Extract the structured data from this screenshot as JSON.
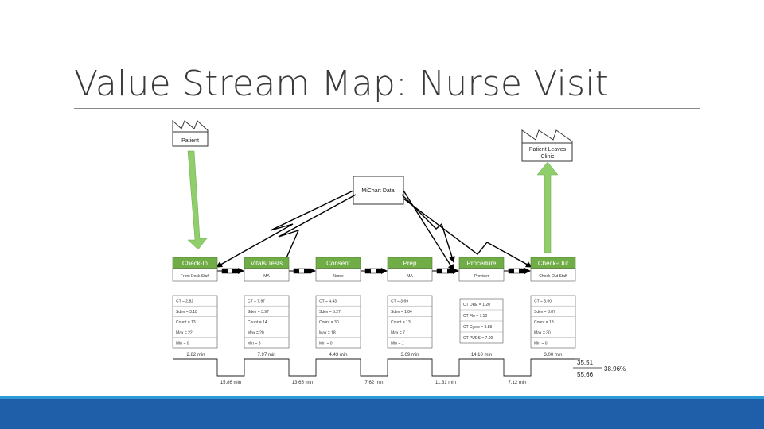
{
  "slide": {
    "title": "Value Stream Map: Nurse Visit"
  },
  "colors": {
    "process_fill": "#70ad47",
    "arrow_green": "#8fce6a",
    "bar_blue": "#1f5ea9",
    "bar_accent": "#2b9ad6"
  },
  "supplier": {
    "label": "Patient"
  },
  "customer": {
    "label_line1": "Patient Leaves",
    "label_line2": "Clinic"
  },
  "control": {
    "label": "MiChart Data"
  },
  "processes": [
    {
      "name": "Check-In",
      "staff": "Front Desk Staff",
      "stats": [
        "CT = 2.82",
        "Sdev = 3.18",
        "Count = 13",
        "Max = 22",
        "Min = 0"
      ]
    },
    {
      "name": "Vitals/Tests",
      "staff": "MA",
      "stats": [
        "CT = 7.97",
        "Sdev = 3.97",
        "Count = 14",
        "Max = 20",
        "Min = 3"
      ]
    },
    {
      "name": "Consent",
      "staff": "Nurse",
      "stats": [
        "CT = 4.43",
        "Sdev = 5.27",
        "Count = 30",
        "Max = 18",
        "Min = 0"
      ]
    },
    {
      "name": "Prep",
      "staff": "MA",
      "stats": [
        "CT = 3.69",
        "Sdev = 1.84",
        "Count = 13",
        "Max = 7",
        "Min = 1"
      ]
    },
    {
      "name": "Procedure",
      "staff": "Provider",
      "stats": [
        "CT DRE = 1.20",
        "CT Flo = 7.50",
        "CT Cysto = 8.88",
        "CT PUDS = 7.00"
      ]
    },
    {
      "name": "Check-Out",
      "staff": "Check-Out Staff",
      "stats": [
        "CT = 3.00",
        "Sdev = 3.87",
        "Count = 13",
        "Max = 30",
        "Min = 0"
      ]
    }
  ],
  "timeline": {
    "process_times": [
      "2.82 min",
      "7.97 min",
      "4.43 min",
      "3.69 min",
      "14.10 min",
      "3.00 min"
    ],
    "wait_times": [
      "15.86 min",
      "13.65 min",
      "7.62 min",
      "11.31 min",
      "7.12 min"
    ]
  },
  "summary": {
    "value_time": "35.51",
    "total_time": "55.66",
    "ratio": "38.96%"
  }
}
